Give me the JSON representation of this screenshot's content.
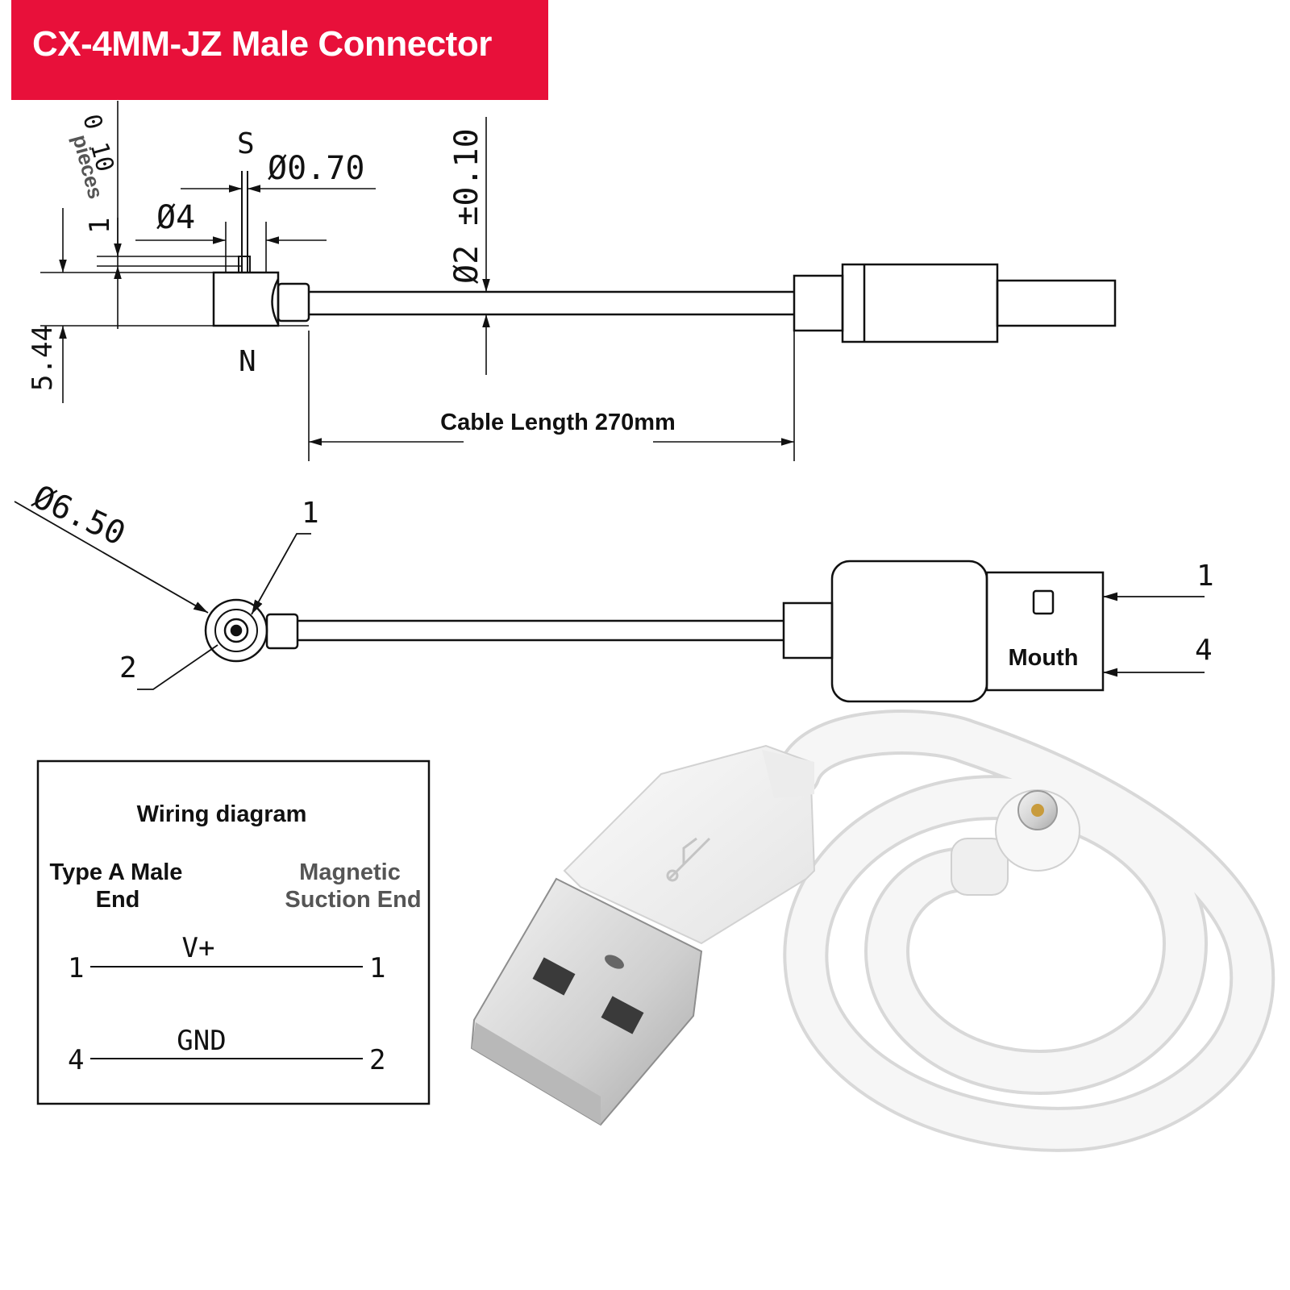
{
  "title": "CX-4MM-JZ Male Connector",
  "top_view": {
    "tolerance_note": "0 10",
    "tolerance_unit": "pieces",
    "pin_s": "S",
    "pin_n": "N",
    "pin_diameter": "Ø0.70",
    "head_diameter": "Ø4",
    "cable_diameter": "Ø2 ±0.10",
    "offset_1": "1",
    "height": "5.44",
    "cable_length": "Cable Length 270mm"
  },
  "side_view": {
    "outer_diameter": "Ø6.50",
    "pin_1": "1",
    "pin_2": "2",
    "usb_pin_1": "1",
    "usb_pin_4": "4",
    "mouth_label": "Mouth"
  },
  "wiring": {
    "title": "Wiring diagram",
    "left_header_line1": "Type A Male",
    "left_header_line2": "End",
    "right_header_line1": "Magnetic",
    "right_header_line2": "Suction End",
    "rows": [
      {
        "left": "1",
        "signal": "V+",
        "right": "1"
      },
      {
        "left": "4",
        "signal": "GND",
        "right": "2"
      }
    ]
  },
  "colors": {
    "banner": "#e8103a",
    "line": "#111111",
    "cable": "#f2f2f2"
  }
}
